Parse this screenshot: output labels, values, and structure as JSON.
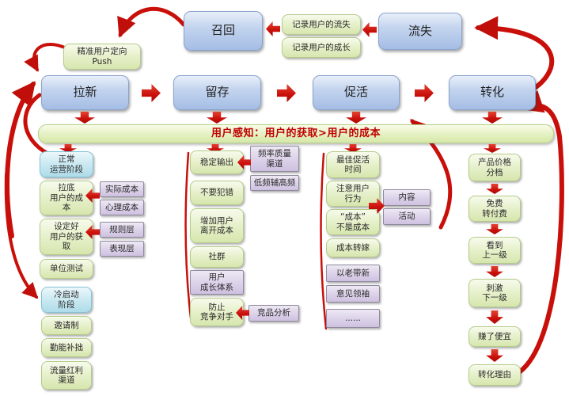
{
  "colors": {
    "accent_red": "#c00000",
    "node_blue": "#a5bde5",
    "node_green": "#d7e6ae",
    "node_cyan": "#aedce9",
    "node_purple": "#cec1e0"
  },
  "banner": {
    "text": "用户感知：用户的获取>用户的成本"
  },
  "top_row": {
    "recall": "召回",
    "record_churn": "记录用户的流失",
    "record_growth": "记录用户的成长",
    "churn": "流失",
    "push": "精准用户定向\nPush"
  },
  "stages": [
    "拉新",
    "留存",
    "促活",
    "转化"
  ],
  "columns": [
    {
      "stage": "拉新",
      "items": [
        "正常\n运营阶段",
        "拉底\n用户的成\n本",
        "设定好\n用户的获\n取",
        "单位测试",
        "冷启动\n阶段",
        "邀请制",
        "勤能补拙",
        "流量红利\n渠道"
      ],
      "side": [
        "实际成本",
        "心理成本",
        "规则层",
        "表现层"
      ]
    },
    {
      "stage": "留存",
      "items": [
        "稳定输出",
        "不要犯错",
        "增加用户\n离开成本",
        "社群",
        "用户\n成长体系",
        "防止\n竞争对手"
      ],
      "side": [
        "频率质量\n渠道",
        "低频辅高频",
        "竞品分析"
      ]
    },
    {
      "stage": "促活",
      "items": [
        "最佳促活\n时间",
        "注意用户\n行为",
        "“成本”\n不是成本",
        "成本转嫁",
        "以老带新",
        "意见领袖",
        "......"
      ],
      "side": [
        "内容",
        "活动"
      ]
    },
    {
      "stage": "转化",
      "items": [
        "产品价格\n分档",
        "免费\n转付费",
        "看到\n上一级",
        "刺激\n下一级",
        "赚了便宜",
        "转化理由"
      ]
    }
  ]
}
